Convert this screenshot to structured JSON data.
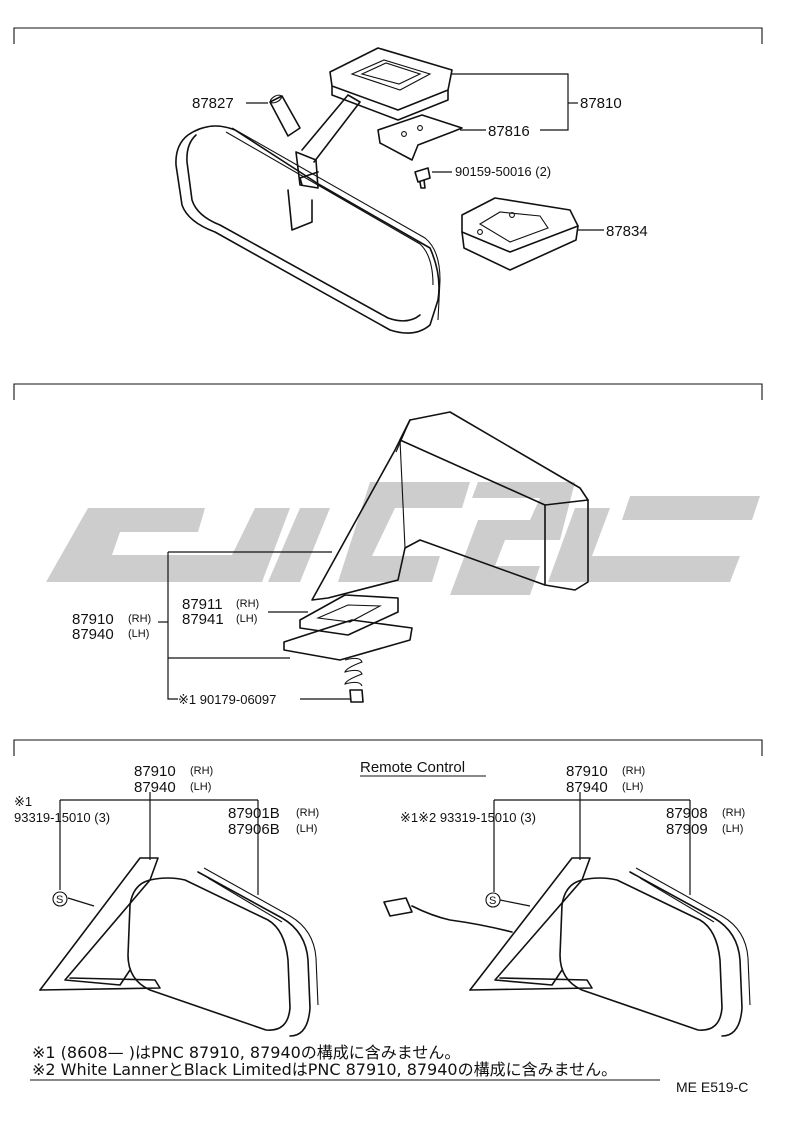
{
  "sections": {
    "top": {
      "labels": {
        "p87827": "87827",
        "p87810": "87810",
        "p87816": "87816",
        "p90159": "90159-50016 (2)",
        "p87834": "87834"
      }
    },
    "middle": {
      "labels": {
        "p87910": "87910",
        "p87910_side": "(RH)",
        "p87940": "87940",
        "p87940_side": "(LH)",
        "p87911": "87911",
        "p87911_side": "(RH)",
        "p87941": "87941",
        "p87941_side": "(LH)",
        "p90179": "※1 90179-06097"
      }
    },
    "bottom": {
      "remote_title": "Remote Control",
      "left": {
        "p87910": "87910",
        "p87910_side": "(RH)",
        "p87940": "87940",
        "p87940_side": "(LH)",
        "note_mark": "※1",
        "p93319": "93319-15010 (3)",
        "p87901B": "87901B",
        "p87901B_side": "(RH)",
        "p87906B": "87906B",
        "p87906B_side": "(LH)",
        "s_mark": "S"
      },
      "right": {
        "p87910": "87910",
        "p87910_side": "(RH)",
        "p87940": "87940",
        "p87940_side": "(LH)",
        "p93319": "※1※2 93319-15010 (3)",
        "p87908": "87908",
        "p87908_side": "(RH)",
        "p87909": "87909",
        "p87909_side": "(LH)",
        "s_mark": "S"
      }
    }
  },
  "notes": {
    "note1": "※1 (8608—        )はPNC 87910, 87940の構成に含みません。",
    "note2": "※2 White LannerとBlack LimitedはPNC 87910, 87940の構成に含みません。"
  },
  "footer": {
    "code": "ME  E519-C"
  },
  "watermark": {
    "color": "#c8c8c8"
  }
}
